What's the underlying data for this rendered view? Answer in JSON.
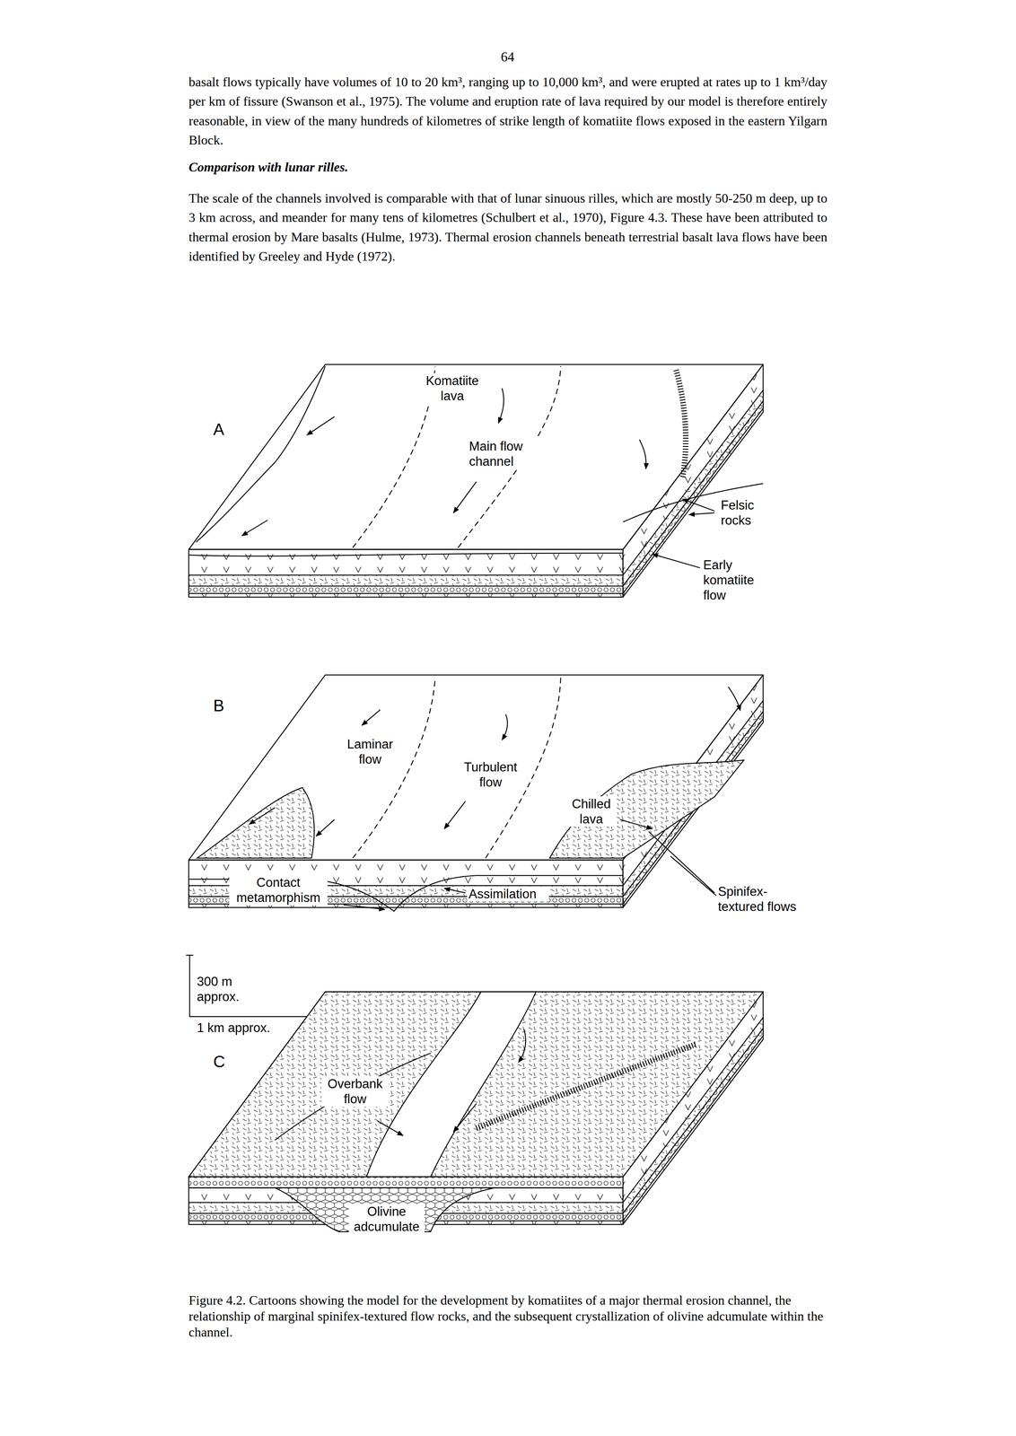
{
  "diagram": {
    "caption": "Figure 4.2. Cartoons showing the model for the development by komatiites of a major thermal erosion channel, the relationship of marginal spinifex-textured flow rocks, and the subsequent crystallization of olivine adcumulate within the channel.",
    "labels": [
      "64",
      "basalt flows typically have volumes of 10 to 20 km³, ranging up to 10,000 km³, and were erupted at rates up to 1 km³/day per km of fissure (Swanson et al., 1975). The volume and eruption rate of lava required by our model is therefore entirely reasonable, in view of the many hundreds of kilometres of strike length of komatiite flows exposed in the eastern Yilgarn Block.",
      "Comparison with lunar rilles.",
      "The scale of the channels involved is comparable with that of lunar sinuous rilles, which are mostly 50-250 m deep, up to 3 km across, and meander for many tens of kilometres (Schulbert et al., 1970), Figure 4.3. These have been attributed to thermal erosion by Mare basalts (Hulme, 1973). Thermal erosion channels beneath terrestrial basalt lava flows have been identified by Greeley and Hyde (1972).",
      "A",
      "Komatiite lava",
      "Main flow channel",
      "Felsic rocks",
      "Early komatiite flow",
      "B",
      "Laminar flow",
      "Turbulent flow",
      "Chilled lava",
      "Contact metamorphism",
      "Assimilation",
      "Spinifex-textured flows",
      "300 m approx.",
      "1 km approx.",
      "C",
      "Overbank flow",
      "Olivine adcumulate"
    ]
  }
}
